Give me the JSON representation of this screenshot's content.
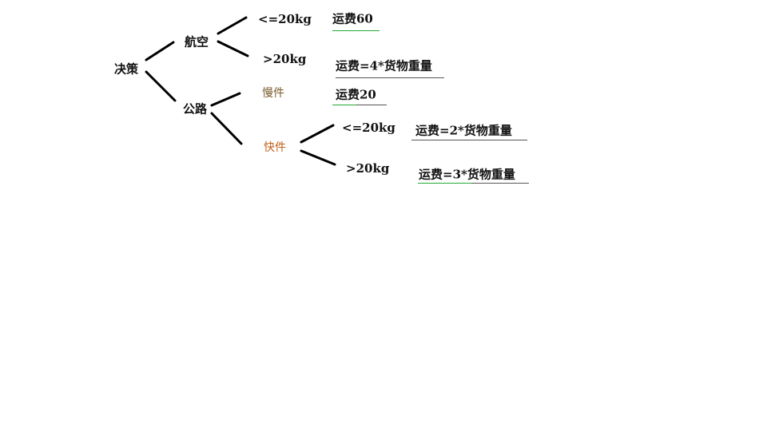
{
  "colors": {
    "line": "#000000",
    "underline_green": "#22aa33",
    "underline_gray": "#555555",
    "slow": "#7a5a2a",
    "fast": "#c0601a"
  },
  "tree": {
    "root": "决策",
    "air": {
      "label": "航空",
      "le20": "<=20kg",
      "gt20": ">20kg",
      "cost_le20": "运费60",
      "cost_gt20": "运费=4*货物重量"
    },
    "road": {
      "label": "公路",
      "slow": "慢件",
      "cost_slow": "运费20",
      "fast": "快件",
      "fast_le20": "<=20kg",
      "fast_gt20": ">20kg",
      "cost_fast_le20": "运费=2*货物重量",
      "cost_fast_gt20": "运费=3*货物重量"
    }
  }
}
